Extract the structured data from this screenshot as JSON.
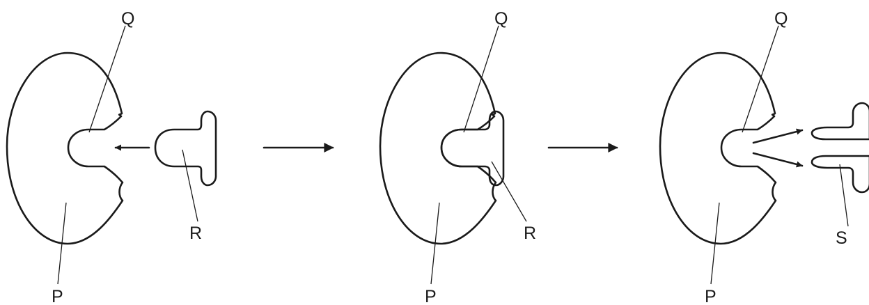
{
  "panels": [
    {
      "labels": {
        "p": "P",
        "q": "Q",
        "r": "R"
      }
    },
    {
      "labels": {
        "p": "P",
        "q": "Q",
        "r": "R"
      }
    },
    {
      "labels": {
        "p": "P",
        "q": "Q",
        "s": "S"
      }
    }
  ],
  "colors": {
    "line": "#1a1a1a",
    "background": "#ffffff"
  }
}
